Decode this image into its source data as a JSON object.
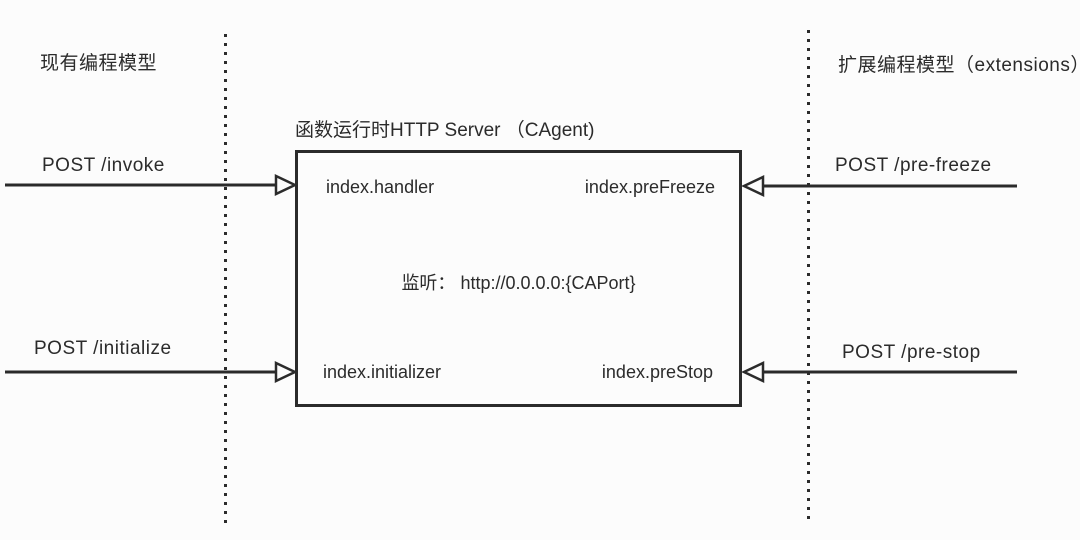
{
  "colors": {
    "ink": "#2b2b2b",
    "background": "#fcfcfc"
  },
  "regions": {
    "left": {
      "label": "现有编程模型"
    },
    "right": {
      "label": "扩展编程模型（extensions）"
    }
  },
  "server_box": {
    "title": "函数运行时HTTP Server （CAgent)",
    "handler": "index.handler",
    "pre_freeze_hook": "index.preFreeze",
    "listen": "监听： http://0.0.0.0:{CAPort}",
    "initializer": "index.initializer",
    "pre_stop_hook": "index.preStop"
  },
  "arrows": {
    "invoke": {
      "label": "POST /invoke",
      "direction": "into-box-from-left"
    },
    "initialize": {
      "label": "POST /initialize",
      "direction": "into-box-from-left"
    },
    "pre_freeze": {
      "label": "POST /pre-freeze",
      "direction": "into-box-from-right"
    },
    "pre_stop": {
      "label": "POST /pre-stop",
      "direction": "into-box-from-right"
    }
  }
}
